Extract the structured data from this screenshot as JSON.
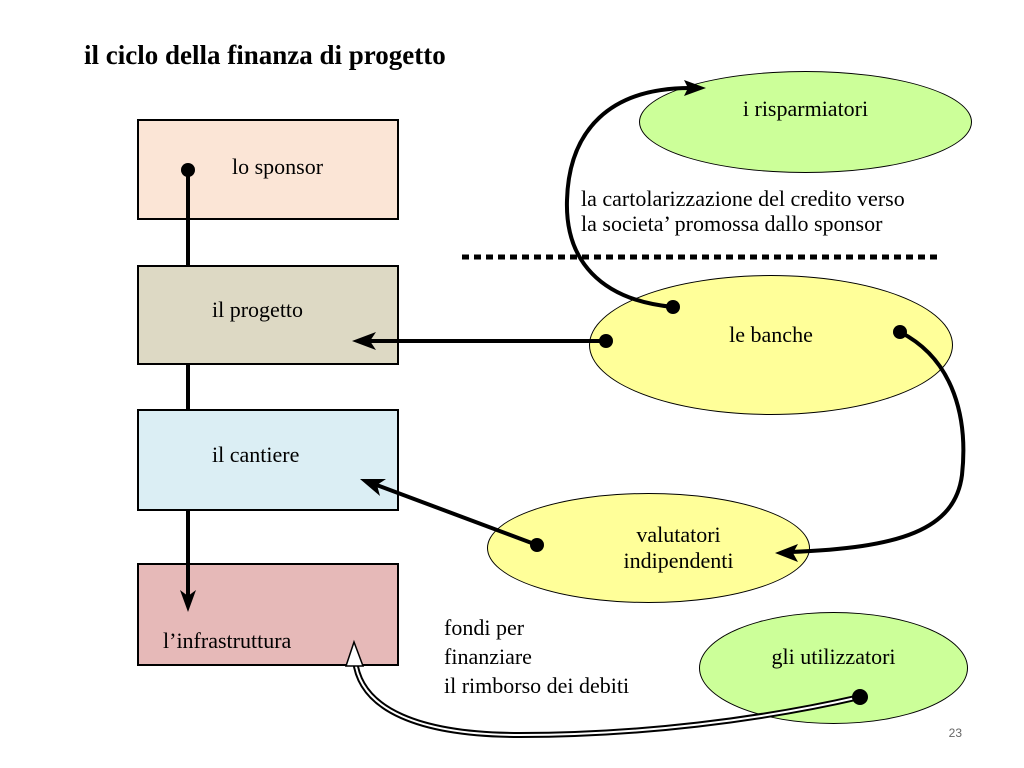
{
  "title": "il ciclo della finanza di progetto",
  "boxes": {
    "sponsor": "lo sponsor",
    "progetto": "il progetto",
    "cantiere": "il cantiere",
    "infrastruttura": "l’infrastruttura"
  },
  "ellipses": {
    "risparmiatori": "i risparmiatori",
    "banche": "le banche",
    "valutatori_line1": "valutatori",
    "valutatori_line2": "indipendenti",
    "utilizzatori": "gli utilizzatori"
  },
  "notes": {
    "cartolarizzazione_line1": "la cartolarizzazione del credito verso",
    "cartolarizzazione_line2": "la societa’ promossa dallo sponsor",
    "fondi_line1": "fondi per",
    "fondi_line2": "finanziare",
    "fondi_line3": "il rimborso dei debiti"
  },
  "page_number": "23",
  "colors": {
    "sponsor_fill": "#fbe5d6",
    "progetto_fill": "#ddd9c4",
    "cantiere_fill": "#dbeef4",
    "infrastruttura_fill": "#e6b9b8",
    "green_ellipse_fill": "#ccff99",
    "yellow_ellipse_fill": "#ffff99"
  }
}
